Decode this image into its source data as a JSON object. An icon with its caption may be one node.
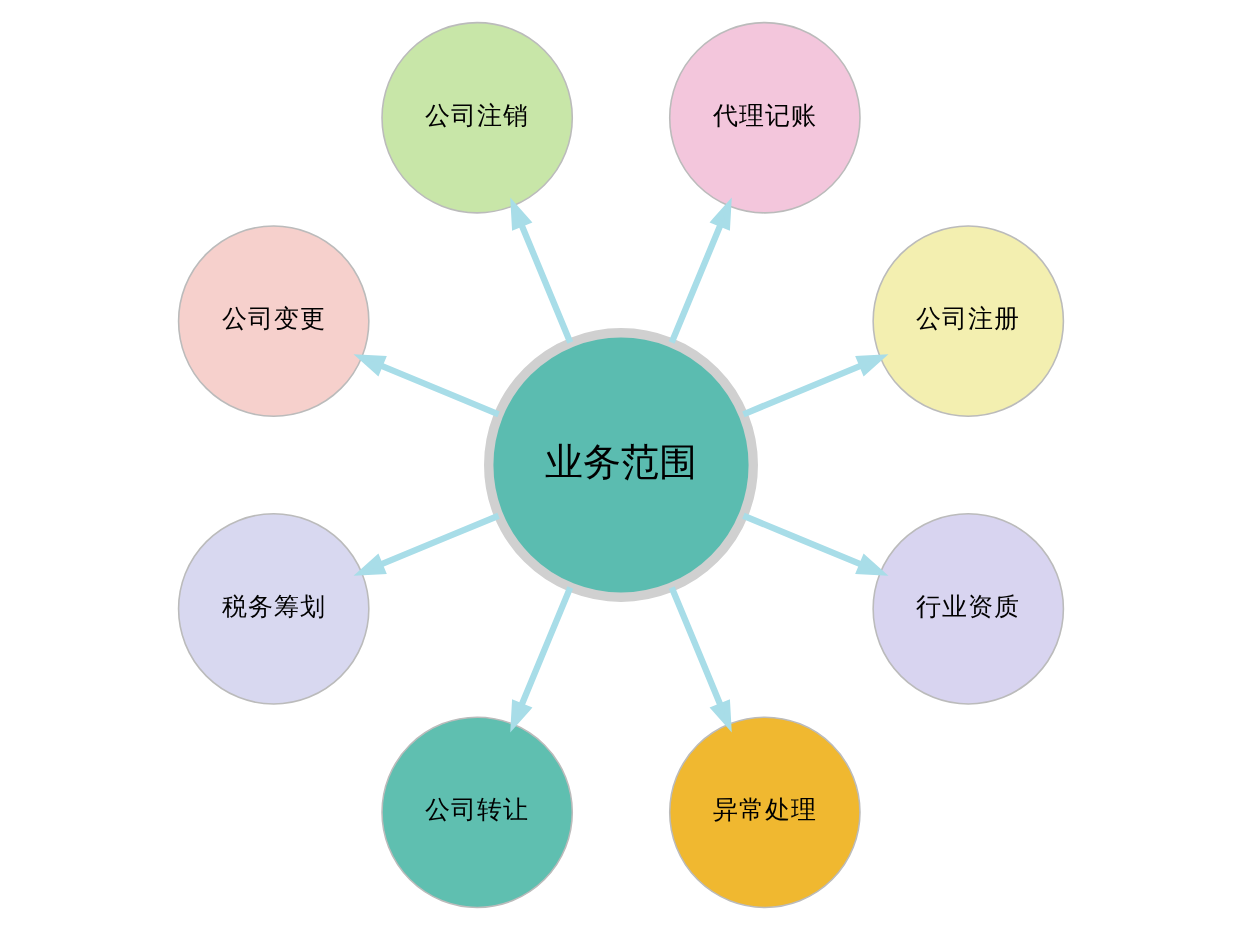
{
  "diagram": {
    "nodes": [
      {
        "text": [
          "业务范围"
        ]
      },
      {
        "text": [
          "公司注册"
        ]
      },
      {
        "text": [
          "代理记账"
        ]
      },
      {
        "text": [
          "公司注销"
        ]
      },
      {
        "text": [
          "公司变更"
        ]
      },
      {
        "text": [
          "税务筹划"
        ]
      },
      {
        "text": [
          "公司转让"
        ]
      },
      {
        "text": [
          "异常处理"
        ]
      },
      {
        "text": [
          "行业资质"
        ]
      }
    ],
    "edges": [
      {
        "from": 0,
        "to": 1,
        "arrow": "to"
      },
      {
        "from": 0,
        "to": 2,
        "arrow": "to"
      },
      {
        "from": 0,
        "to": 3,
        "arrow": "to"
      },
      {
        "from": 0,
        "to": 4,
        "arrow": "to"
      },
      {
        "from": 0,
        "to": 5,
        "arrow": "to"
      },
      {
        "from": 0,
        "to": 6,
        "arrow": "to"
      },
      {
        "from": 0,
        "to": 7,
        "arrow": "to"
      },
      {
        "from": 0,
        "to": 8,
        "arrow": "to"
      }
    ]
  }
}
